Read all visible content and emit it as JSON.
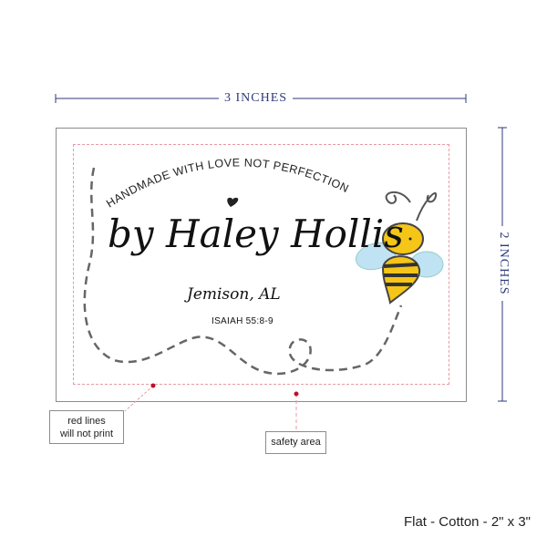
{
  "dimensions": {
    "width_label": "3 INCHES",
    "height_label": "2 INCHES"
  },
  "label": {
    "tagline": "HANDMADE WITH LOVE NOT PERFECTION",
    "name": "by Haley Hollis",
    "location": "Jemison, AL",
    "verse": "ISAIAH 55:8-9"
  },
  "notes": {
    "red_lines_line1": "red lines",
    "red_lines_line2": "will not print",
    "safety_area": "safety area"
  },
  "caption": "Flat - Cotton - 2\" x 3\"",
  "colors": {
    "dimension": "#2d3a7a",
    "guide": "#e89aa6",
    "dot": "#c0102a",
    "bee_yellow": "#f5c518",
    "wing_blue": "#bfe3f3"
  }
}
